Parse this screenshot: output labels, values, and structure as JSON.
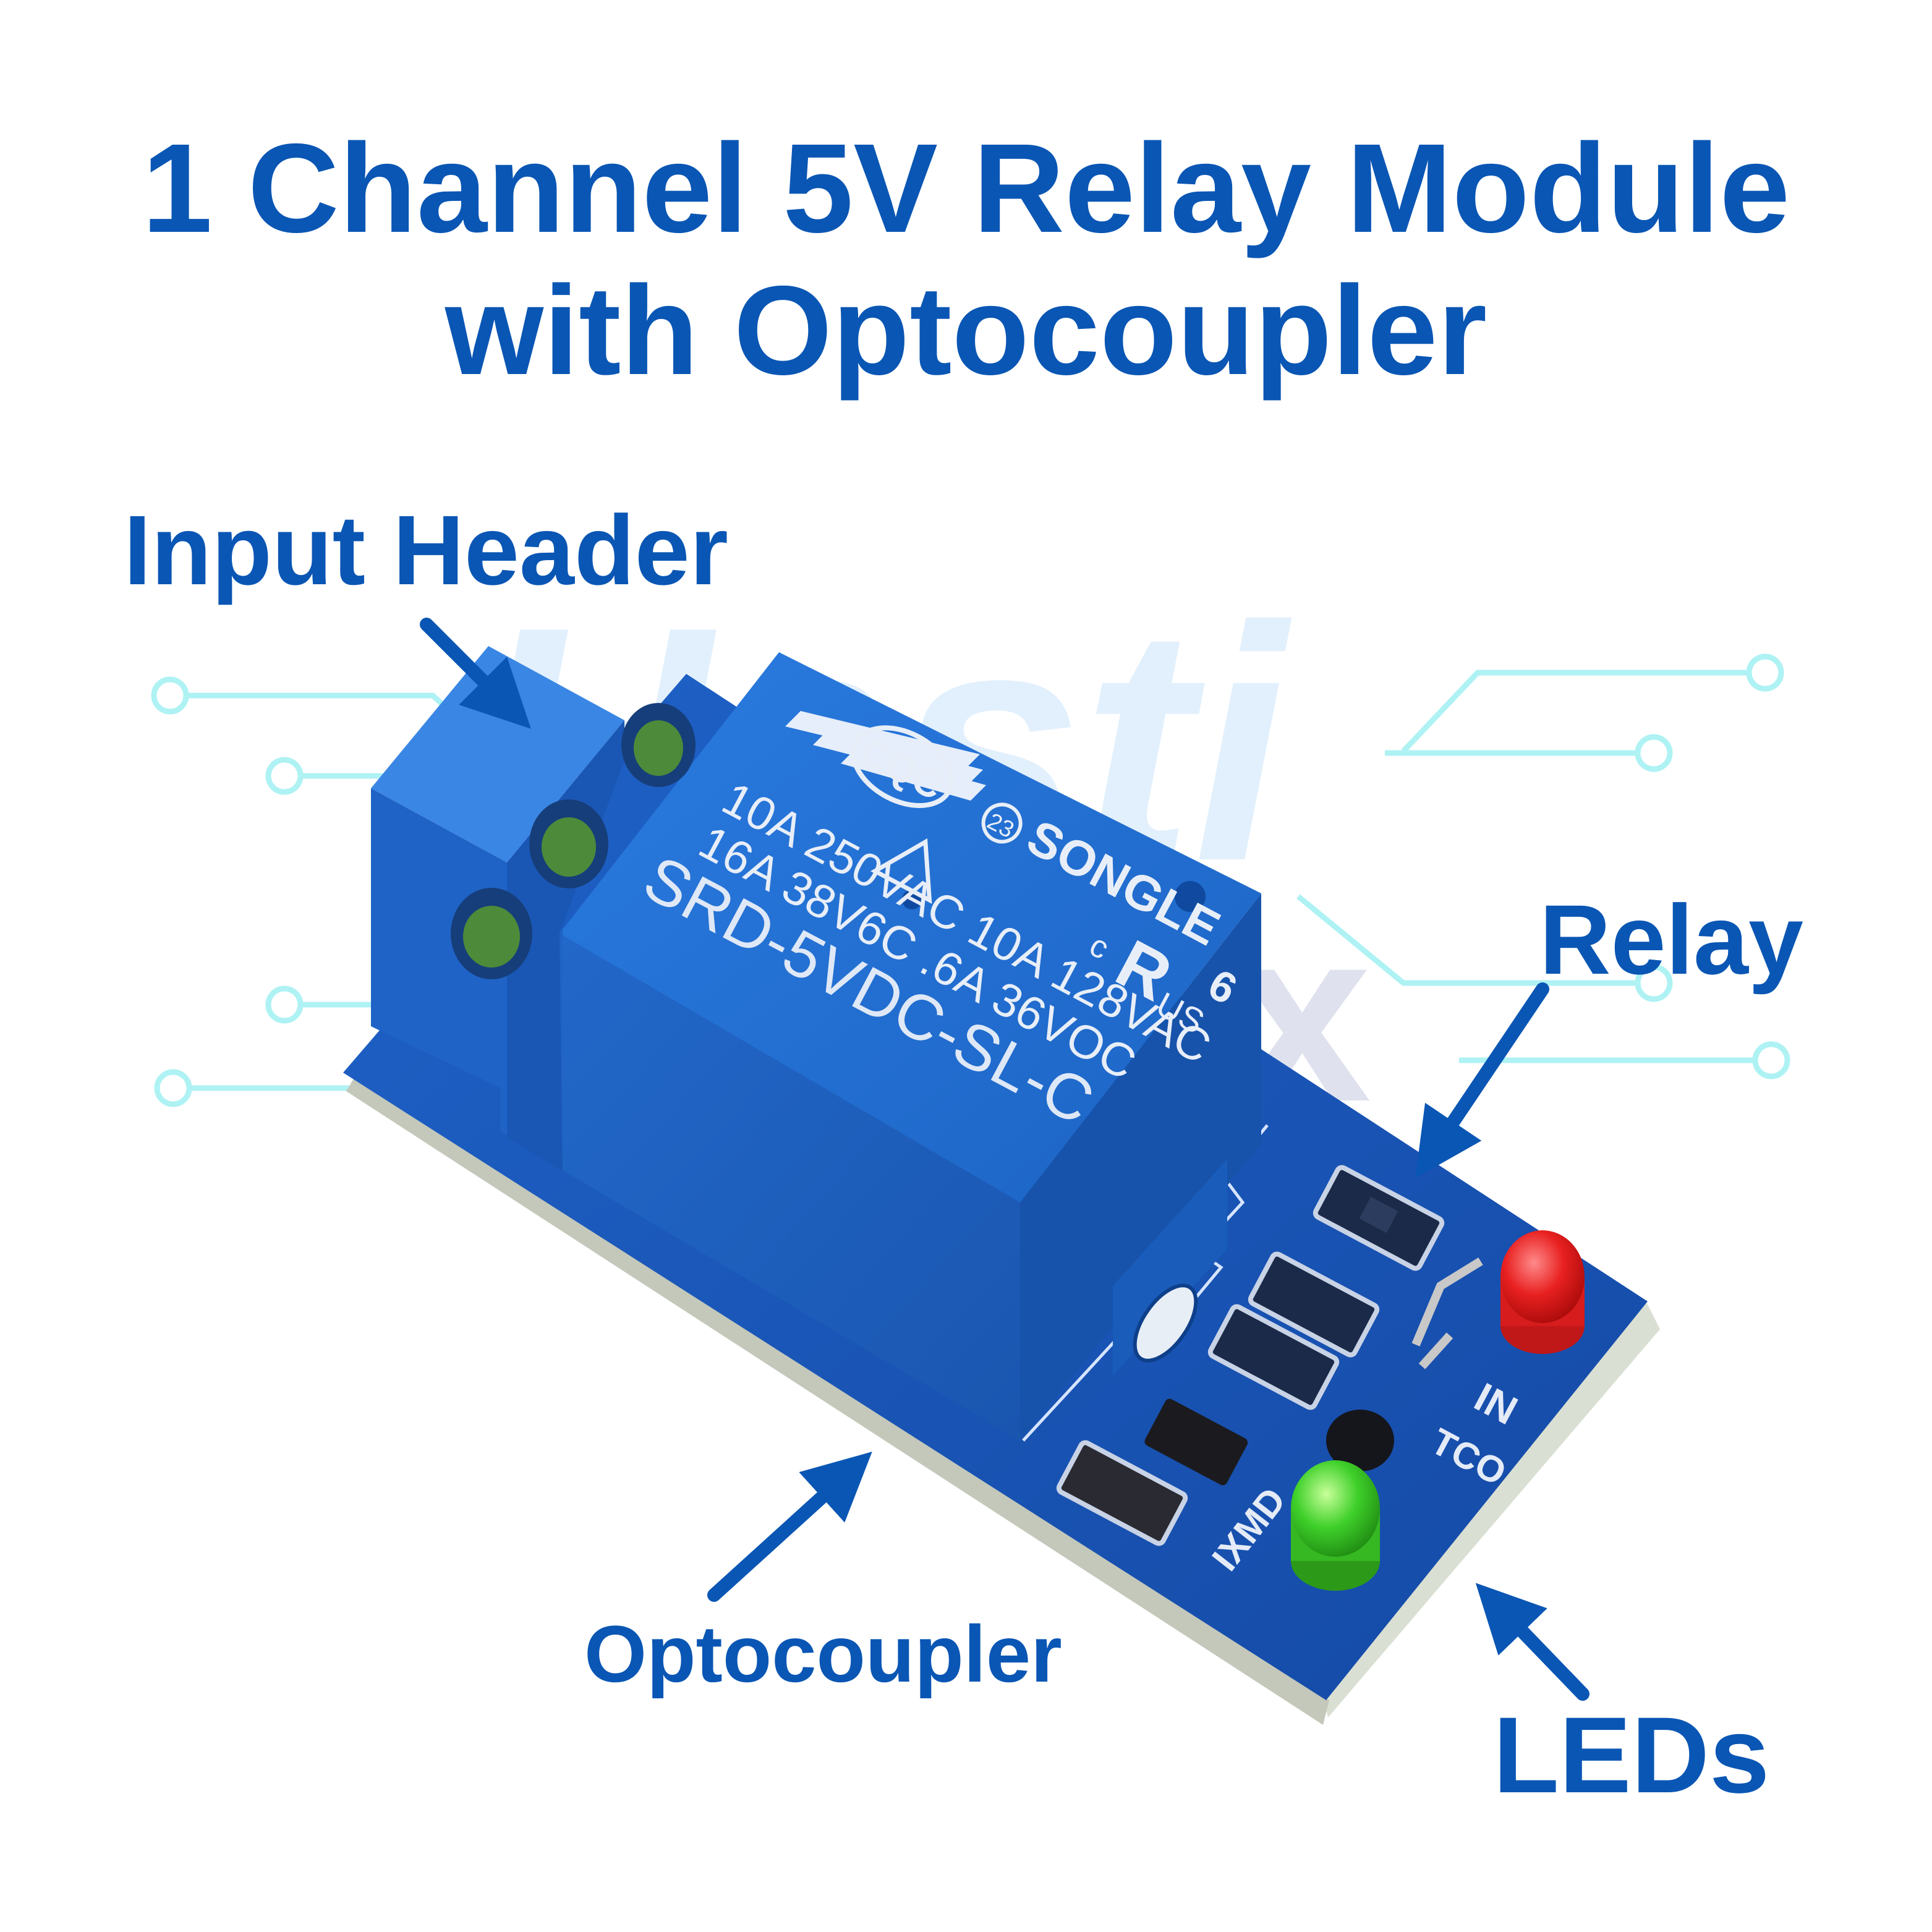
{
  "title": {
    "line1": "1 Channel  5V Relay Module",
    "line2": "with Optocoupler"
  },
  "callouts": {
    "input_header": "Input Header",
    "relay": "Relay",
    "optocoupler": "Optocoupler",
    "leds": "LEDs"
  },
  "relay_markings": {
    "brand": "SONGLE",
    "cqc": "CQC",
    "rating_1": "10A 250VAC 10A 128VAC",
    "rating_2": "16A 38V6C .6A 36VOC",
    "model": "SRD-5VDC-SL-C",
    "ul_prefix": "c",
    "ul_suffix": "US",
    "pin_number": "6",
    "cert_mark": "23"
  },
  "pcb_markings": {
    "in": "IN",
    "com": "TCO",
    "nmd": "IXMD"
  },
  "watermark": {
    "line1": "Hasti",
    "line2": "impex"
  },
  "colors": {
    "accent": "#0a56b4",
    "relay_blue": "#1f6fd0",
    "pcb_blue": "#1a55b8",
    "led_red": "#e02020",
    "led_green": "#33cc22",
    "circuit_trace": "#aef2f4"
  }
}
